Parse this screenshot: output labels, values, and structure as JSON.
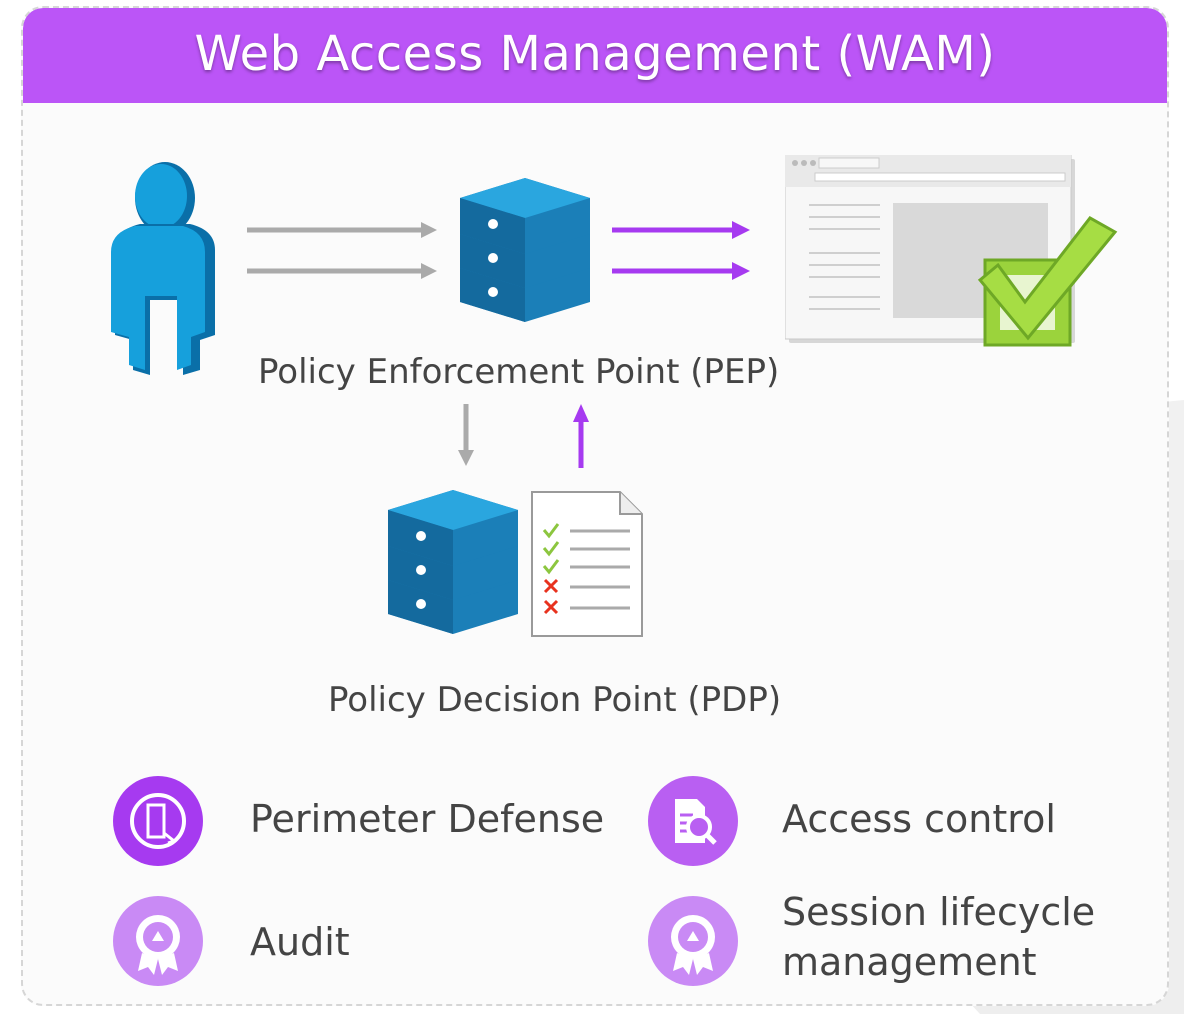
{
  "title": "Web Access Management (WAM)",
  "labels": {
    "pep": "Policy Enforcement Point (PEP)",
    "pdp": "Policy Decision Point (PDP)"
  },
  "features": {
    "perimeter": "Perimeter Defense",
    "access": "Access control",
    "audit": "Audit",
    "session_line1": "Session lifecycle",
    "session_line2": "management"
  },
  "colors": {
    "header": "#bb55f7",
    "server": "#1e8bc3",
    "purple_arrow": "#a63af0",
    "gray_arrow": "#aaaaaa",
    "check": "#8cc63f",
    "cross": "#e8321e"
  }
}
